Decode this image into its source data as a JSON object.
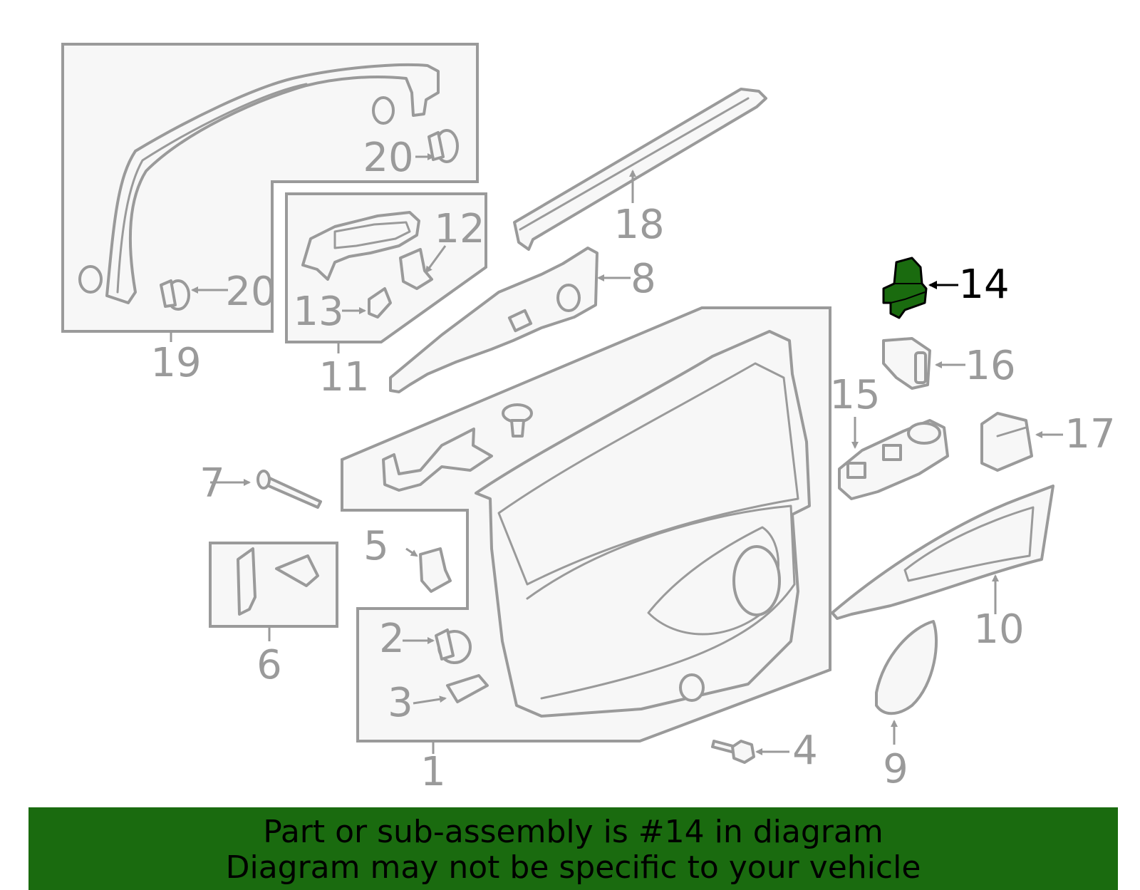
{
  "labels": {
    "l1": "1",
    "l2": "2",
    "l3": "3",
    "l4": "4",
    "l5": "5",
    "l6": "6",
    "l7": "7",
    "l8": "8",
    "l9": "9",
    "l10": "10",
    "l11": "11",
    "l12": "12",
    "l13": "13",
    "l14": "14",
    "l15": "15",
    "l16": "16",
    "l17": "17",
    "l18": "18",
    "l19": "19",
    "l20a": "20",
    "l20b": "20"
  },
  "highlight": {
    "part_number": "14",
    "color": "#1a6b0f"
  },
  "colors": {
    "line": "#9a9a9a",
    "fill": "#f7f7f7",
    "banner": "#1a6b0f"
  },
  "banner": {
    "line1": "Part or sub-assembly is #14 in diagram",
    "line2": "Diagram may not be specific to your vehicle"
  }
}
